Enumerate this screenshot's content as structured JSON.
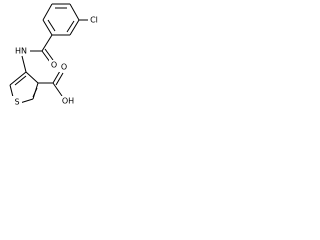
{
  "atom_labels": {
    "chlorine": "Cl",
    "amide_nh": "HN",
    "amide_oxygen": "O",
    "thiophene_sulfur": "S",
    "acid_oxygen": "O",
    "acid_hydroxyl": "OH"
  },
  "colors": {
    "bond": "#000000",
    "label": "#000000",
    "background": "#ffffff"
  }
}
